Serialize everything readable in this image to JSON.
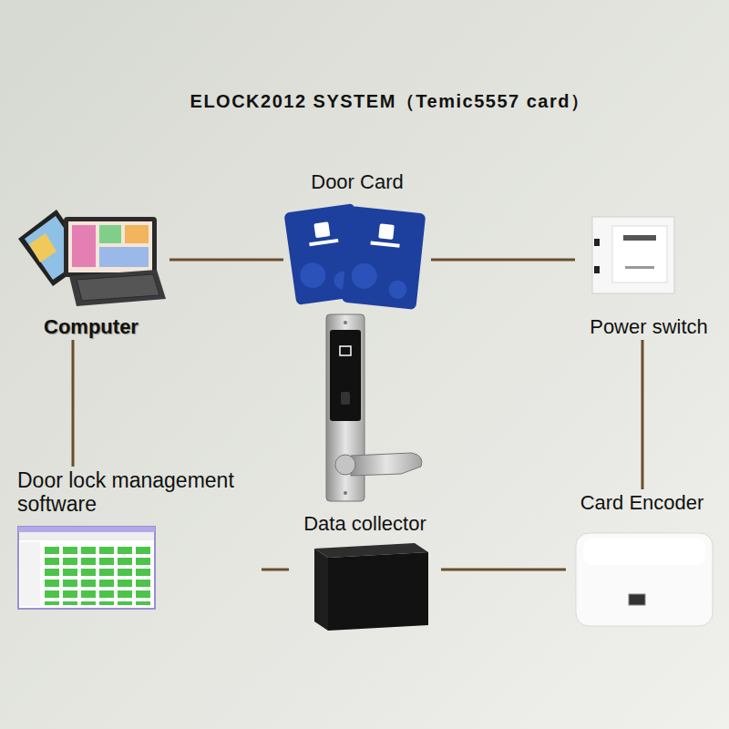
{
  "diagram": {
    "title": "ELOCK2012 SYSTEM（Temic5557 card）",
    "nodes": [
      {
        "text": [
          "Door Card"
        ]
      },
      {
        "text": [
          "Computer"
        ]
      },
      {
        "text": [
          "Power switch"
        ]
      },
      {
        "text": [
          "Door lock management software"
        ]
      },
      {
        "text": [
          "Card Encoder"
        ]
      },
      {
        "text": [
          "Data collector"
        ]
      }
    ],
    "edges": [
      {
        "from": 1,
        "to": 0,
        "arrow": "none"
      },
      {
        "from": 0,
        "to": 2,
        "arrow": "none"
      },
      {
        "from": 2,
        "to": 4,
        "arrow": "none"
      },
      {
        "from": 4,
        "to": 5,
        "arrow": "none"
      },
      {
        "from": 5,
        "to": 3,
        "arrow": "none"
      },
      {
        "from": 3,
        "to": 1,
        "arrow": "none"
      }
    ]
  }
}
